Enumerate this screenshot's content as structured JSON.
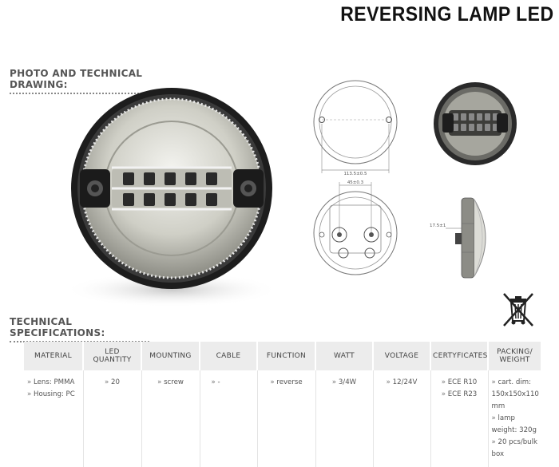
{
  "title": "REVERSING LAMP LED",
  "photo_heading": "PHOTO AND TECHNICAL DRAWING:",
  "spec_heading": "TECHNICAL SPECIFICATIONS:",
  "drawing": {
    "diameter": "113.5±0.5",
    "spacing": "45±0.3",
    "depth": "17.5±1"
  },
  "table": {
    "headers": [
      "MATERIAL",
      "LED QUANTITY",
      "MOUNTING",
      "CABLE",
      "FUNCTION",
      "WATT",
      "VOLTAGE",
      "CERTYFICATES",
      "PACKING/ WEIGHT"
    ],
    "material": [
      "Lens: PMMA",
      "Housing: PC"
    ],
    "led_quantity": [
      "20"
    ],
    "mounting": [
      "screw"
    ],
    "cable": [
      "-"
    ],
    "function": [
      "reverse"
    ],
    "watt": [
      "3/4W"
    ],
    "voltage": [
      "12/24V"
    ],
    "certificates": [
      "ECE R10",
      "ECE R23"
    ],
    "packing": [
      "cart. dim: 150x150x110 mm",
      "lamp weight: 320g",
      "20 pcs/bulk box"
    ]
  }
}
